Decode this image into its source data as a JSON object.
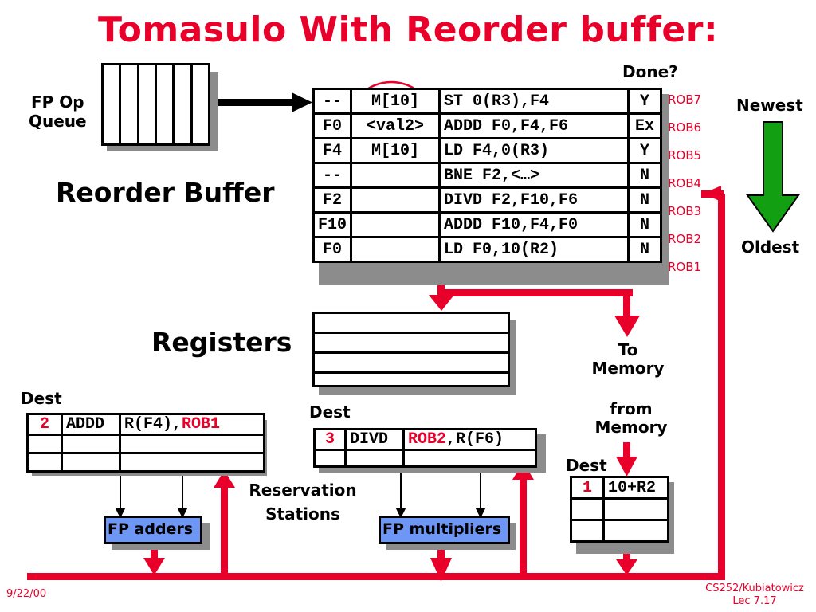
{
  "title": "Tomasulo With Reorder buffer:",
  "fp_op_queue": {
    "label_line1": "FP Op",
    "label_line2": "Queue",
    "slots": 6
  },
  "reorder_buffer": {
    "label": "Reorder Buffer",
    "done_header": "Done?",
    "rows": [
      {
        "dest": "--",
        "value": "M[10]",
        "instruction": "ST 0(R3),F4",
        "done": "Y",
        "tag": "ROB7"
      },
      {
        "dest": "F0",
        "value": "<val2>",
        "instruction": "ADDD F0,F4,F6",
        "done": "Ex",
        "tag": "ROB6"
      },
      {
        "dest": "F4",
        "value": "M[10]",
        "instruction": "LD F4,0(R3)",
        "done": "Y",
        "tag": "ROB5"
      },
      {
        "dest": "--",
        "value": "",
        "instruction": "BNE F2,<…>",
        "done": "N",
        "tag": "ROB4"
      },
      {
        "dest": "F2",
        "value": "",
        "instruction": "DIVD F2,F10,F6",
        "done": "N",
        "tag": "ROB3"
      },
      {
        "dest": "F10",
        "value": "",
        "instruction": "ADDD F10,F4,F0",
        "done": "N",
        "tag": "ROB2"
      },
      {
        "dest": "F0",
        "value": "",
        "instruction": "LD F0,10(R2)",
        "done": "N",
        "tag": "ROB1"
      }
    ]
  },
  "order_indicator": {
    "top_label": "Newest",
    "bottom_label": "Oldest"
  },
  "registers": {
    "label": "Registers",
    "rows": 4
  },
  "to_memory": {
    "line1": "To",
    "line2": "Memory"
  },
  "from_memory": {
    "line1": "from",
    "line2": "Memory"
  },
  "adder_rs": {
    "dest_label": "Dest",
    "rows": [
      {
        "dest": "2",
        "op": "ADDD",
        "operand1": "R(F4),",
        "operand2": "ROB1"
      },
      {
        "dest": "",
        "op": "",
        "operand1": "",
        "operand2": ""
      },
      {
        "dest": "",
        "op": "",
        "operand1": "",
        "operand2": ""
      }
    ]
  },
  "mult_rs": {
    "dest_label": "Dest",
    "rows": [
      {
        "dest": "3",
        "op": "DIVD",
        "operand1": "ROB2",
        "operand2": ",R(F6)"
      },
      {
        "dest": "",
        "op": "",
        "operand1": "",
        "operand2": ""
      }
    ]
  },
  "load_buffer": {
    "dest_label": "Dest",
    "rows": [
      {
        "dest": "1",
        "address": "10+R2"
      },
      {
        "dest": "",
        "address": ""
      },
      {
        "dest": "",
        "address": ""
      }
    ]
  },
  "reservation_stations_label": {
    "line1": "Reservation",
    "line2": "Stations"
  },
  "fp_adders_label": "FP adders",
  "fp_multipliers_label": "FP multipliers",
  "footer": {
    "date": "9/22/00",
    "course": "CS252/Kubiatowicz",
    "lecture": "Lec 7.17"
  },
  "colors": {
    "accent_red": "#e8002a",
    "unit_blue": "#6e97f5",
    "arrow_green": "#12a012",
    "shadow_gray": "#8c8c8c"
  }
}
